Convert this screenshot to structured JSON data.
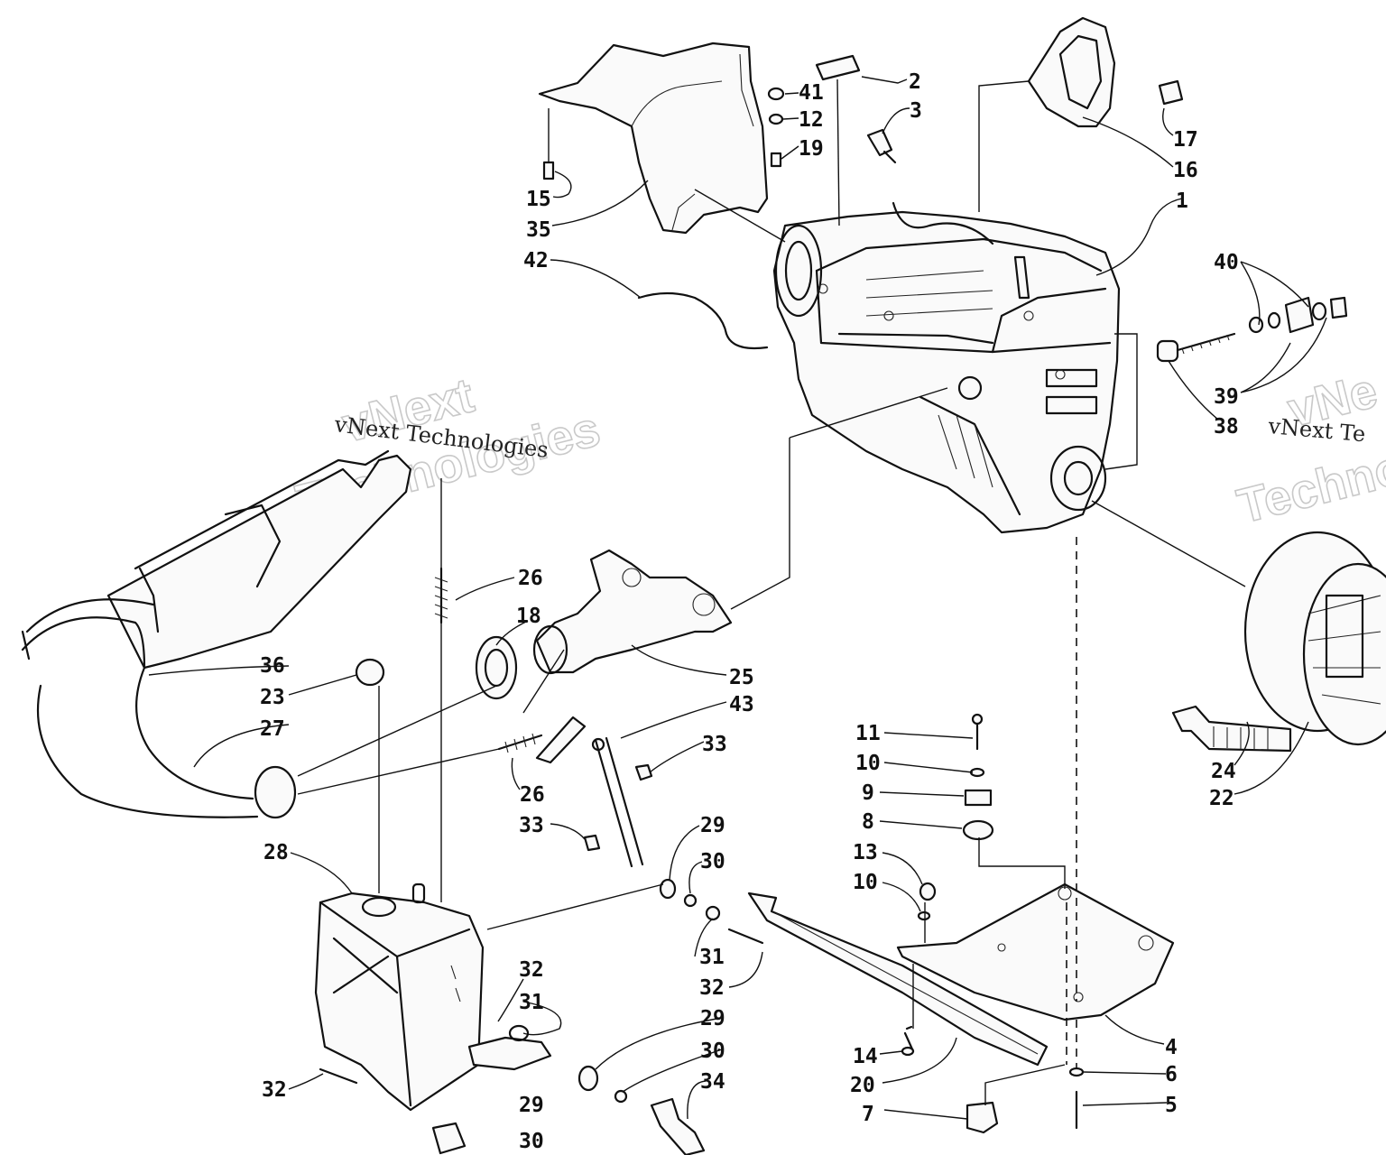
{
  "watermark": {
    "line1": "vNext",
    "line2": "Technologies",
    "caption": "vNext Technologies",
    "caption_right": "vNext Te",
    "outline_right_1": "vNe",
    "outline_right_2": "Techno"
  },
  "callouts": {
    "c1": "1",
    "c2": "2",
    "c3": "3",
    "c4": "4",
    "c5": "5",
    "c6": "6",
    "c7": "7",
    "c8": "8",
    "c9": "9",
    "c10a": "10",
    "c10b": "10",
    "c11": "11",
    "c12": "12",
    "c13": "13",
    "c14": "14",
    "c15": "15",
    "c16": "16",
    "c17": "17",
    "c18": "18",
    "c19": "19",
    "c20": "20",
    "c22": "22",
    "c23": "23",
    "c24": "24",
    "c25": "25",
    "c26a": "26",
    "c26b": "26",
    "c27": "27",
    "c28": "28",
    "c29a": "29",
    "c29b": "29",
    "c29c": "29",
    "c30a": "30",
    "c30b": "30",
    "c30c": "30",
    "c31a": "31",
    "c31b": "31",
    "c32a": "32",
    "c32b": "32",
    "c32c": "32",
    "c33a": "33",
    "c33b": "33",
    "c34": "34",
    "c35": "35",
    "c36": "36",
    "c38": "38",
    "c39": "39",
    "c40": "40",
    "c41": "41",
    "c42": "42",
    "c43": "43"
  }
}
